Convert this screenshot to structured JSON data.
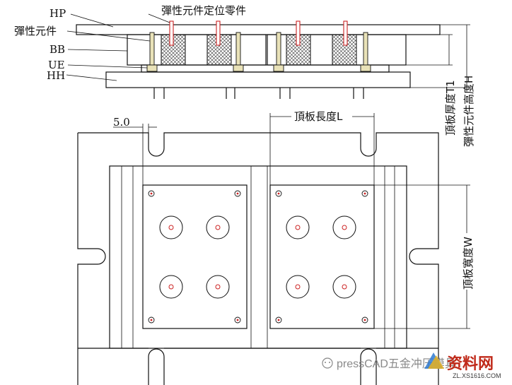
{
  "labels": {
    "hp": "HP",
    "spring": "彈性元件",
    "bb": "BB",
    "ue": "UE",
    "hh": "HH",
    "spring_locator": "彈性元件定位零件",
    "dim_offset": "5.0",
    "plate_length": "頂板長度L",
    "plate_thickness": "頂板厚度T1",
    "spring_height": "彈性元件高度H",
    "plate_width": "頂板寬度W"
  },
  "watermark": {
    "text": "pressCAD五金冲压模具",
    "logo_text": "资料网",
    "logo_sub": "ZL.XS1616.COM"
  },
  "colors": {
    "line": "#111111",
    "pin_red": "#cc2222",
    "spring_fill": "#e9e2b8",
    "mesh": "#333333",
    "watermark": "#8a8a8a",
    "logo_red": "#c02a1a"
  }
}
